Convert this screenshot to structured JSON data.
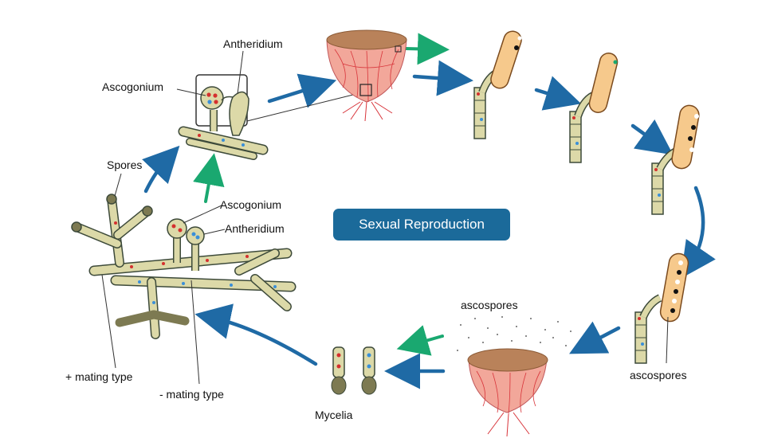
{
  "diagram": {
    "title": "Sexual Reproduction",
    "labels": {
      "antheridium_top": "Antheridium",
      "ascogonium_top": "Ascogonium",
      "spores": "Spores",
      "ascogonium_mid": "Ascogonium",
      "antheridium_mid": "Antheridium",
      "plus_mating": "+ mating type",
      "minus_mating": "- mating type",
      "mycelia": "Mycelia",
      "ascospores_bottom": "ascospores",
      "ascospores_right": "ascospores"
    },
    "colors": {
      "cycle_arrow": "#1f6aa5",
      "release_arrow": "#1aa870",
      "title_box": "#1b6a9a",
      "hypha_fill": "#dcd9a8",
      "hypha_stroke": "#3d4a3a",
      "ascus_fill": "#f6c98c",
      "ascus_stroke": "#7a4a1e",
      "ascocarp_fill": "#f2a79a",
      "ascocarp_veins": "#d8343a",
      "ascocarp_cup": "#b9825a",
      "nucleus_red": "#d4302e",
      "nucleus_blue": "#3a8fd8",
      "spore_dark": "#111111",
      "spore_light": "#ffffff"
    }
  }
}
